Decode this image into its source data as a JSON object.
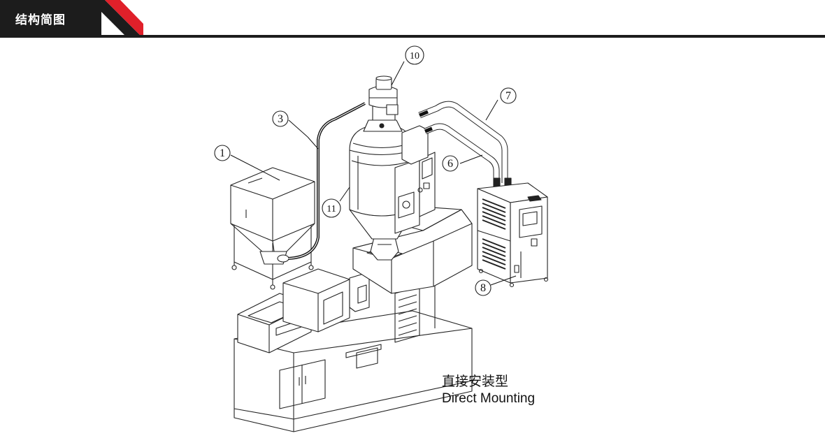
{
  "header": {
    "title": "结构简图",
    "accent_color": "#e0202a",
    "bar_color": "#1c1c1c"
  },
  "diagram": {
    "callouts": [
      {
        "id": "1",
        "label": "1"
      },
      {
        "id": "3",
        "label": "3"
      },
      {
        "id": "6",
        "label": "6"
      },
      {
        "id": "7",
        "label": "7"
      },
      {
        "id": "8",
        "label": "8"
      },
      {
        "id": "10",
        "label": "10"
      },
      {
        "id": "11",
        "label": "11"
      }
    ]
  },
  "caption": {
    "zh": "直接安装型",
    "en": "Direct Mounting"
  }
}
